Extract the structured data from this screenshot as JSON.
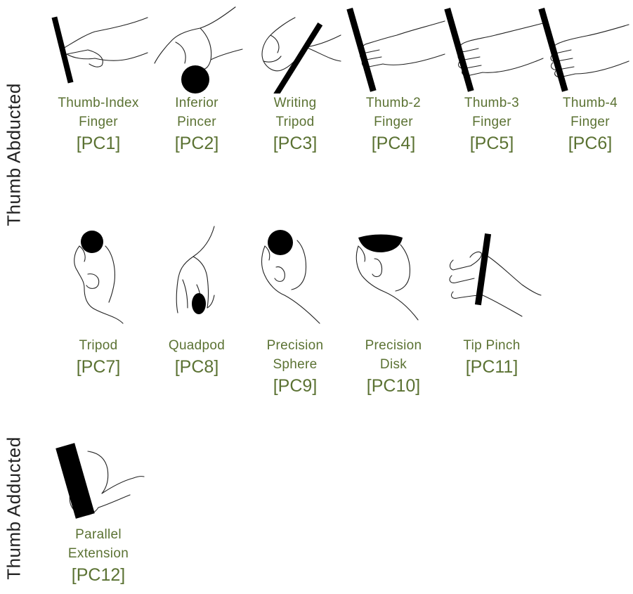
{
  "sections": {
    "abducted": "Thumb Abducted",
    "adducted": "Thumb Adducted"
  },
  "grasps": [
    {
      "line1": "Thumb-Index",
      "line2": "Finger",
      "code": "[PC1]",
      "object": "rod"
    },
    {
      "line1": "Inferior",
      "line2": "Pincer",
      "code": "[PC2]",
      "object": "sphere"
    },
    {
      "line1": "Writing",
      "line2": "Tripod",
      "code": "[PC3]",
      "object": "pen"
    },
    {
      "line1": "Thumb-2",
      "line2": "Finger",
      "code": "[PC4]",
      "object": "rod"
    },
    {
      "line1": "Thumb-3",
      "line2": "Finger",
      "code": "[PC5]",
      "object": "rod"
    },
    {
      "line1": "Thumb-4",
      "line2": "Finger",
      "code": "[PC6]",
      "object": "rod"
    },
    {
      "line1": "",
      "line2": "Tripod",
      "code": "[PC7]",
      "object": "sphere"
    },
    {
      "line1": "",
      "line2": "Quadpod",
      "code": "[PC8]",
      "object": "small-object"
    },
    {
      "line1": "Precision",
      "line2": "Sphere",
      "code": "[PC9]",
      "object": "sphere"
    },
    {
      "line1": "Precision",
      "line2": "Disk",
      "code": "[PC10]",
      "object": "disk"
    },
    {
      "line1": "",
      "line2": "Tip Pinch",
      "code": "[PC11]",
      "object": "rod"
    },
    {
      "line1": "Parallel",
      "line2": "Extension",
      "code": "[PC12]",
      "object": "block"
    }
  ],
  "colors": {
    "label": "#5b7233",
    "object": "#000000",
    "hand_outline": "#222222"
  }
}
